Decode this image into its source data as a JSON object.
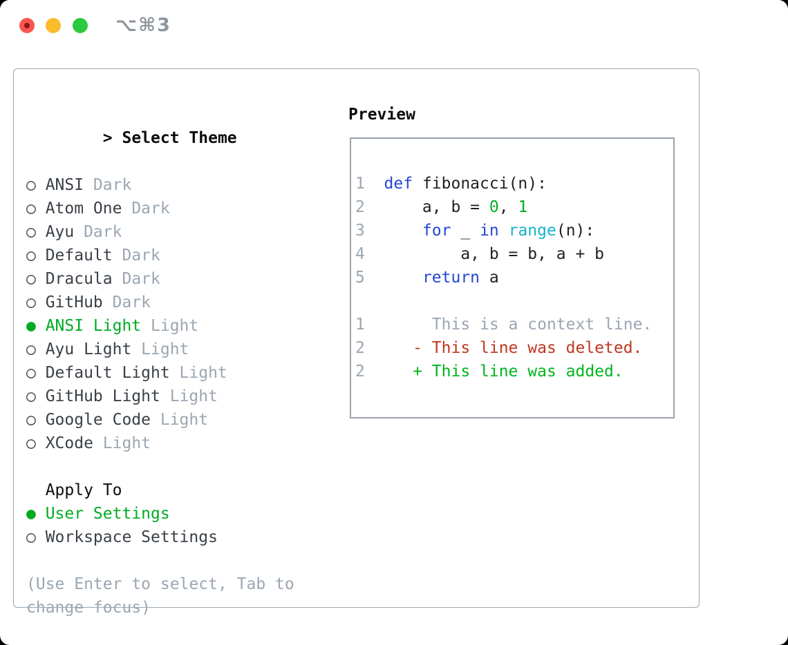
{
  "window": {
    "title": "⌥⌘3"
  },
  "colors": {
    "accent": "#00ab22",
    "keyword": "#2247d4",
    "builtin": "#12b5c7",
    "number": "#00ad25",
    "deleted": "#c0361f",
    "added": "#00b41c",
    "muted": "#9ba6b2",
    "text": "#3a4047",
    "heading": "#0d0d0d",
    "border": "#9aa3ae",
    "codefg": "#1d2126",
    "titlebar": "#8e959c",
    "tlred": "#fa5550",
    "tlreddot": "#8b1a10",
    "tlyellow": "#fcbb2d",
    "tlgreen": "#2cc93f"
  },
  "theme_selector": {
    "prompt": ">",
    "title": "Select Theme",
    "radio_unselected": "○",
    "radio_selected": "●",
    "items": [
      {
        "name": "ANSI",
        "tag": "Dark",
        "selected": false
      },
      {
        "name": "Atom One",
        "tag": "Dark",
        "selected": false
      },
      {
        "name": "Ayu",
        "tag": "Dark",
        "selected": false
      },
      {
        "name": "Default",
        "tag": "Dark",
        "selected": false
      },
      {
        "name": "Dracula",
        "tag": "Dark",
        "selected": false
      },
      {
        "name": "GitHub",
        "tag": "Dark",
        "selected": false
      },
      {
        "name": "ANSI Light",
        "tag": "Light",
        "selected": true
      },
      {
        "name": "Ayu Light",
        "tag": "Light",
        "selected": false
      },
      {
        "name": "Default Light",
        "tag": "Light",
        "selected": false
      },
      {
        "name": "GitHub Light",
        "tag": "Light",
        "selected": false
      },
      {
        "name": "Google Code",
        "tag": "Light",
        "selected": false
      },
      {
        "name": "XCode",
        "tag": "Light",
        "selected": false
      }
    ]
  },
  "apply_to": {
    "title": "Apply To",
    "options": [
      {
        "label": "User Settings",
        "selected": true
      },
      {
        "label": "Workspace Settings",
        "selected": false
      }
    ]
  },
  "hint_lines": [
    "(Use Enter to select, Tab to",
    "change focus)"
  ],
  "preview": {
    "title": "Preview",
    "lines": [
      {
        "num": "1",
        "kind": "code",
        "tokens": [
          {
            "t": "def",
            "c": "keyword"
          },
          {
            "t": " fibonacci(n):",
            "c": "fg"
          }
        ]
      },
      {
        "num": "2",
        "kind": "code",
        "tokens": [
          {
            "t": "    a, b = ",
            "c": "fg"
          },
          {
            "t": "0",
            "c": "number"
          },
          {
            "t": ", ",
            "c": "fg"
          },
          {
            "t": "1",
            "c": "number"
          }
        ]
      },
      {
        "num": "3",
        "kind": "code",
        "tokens": [
          {
            "t": "    ",
            "c": "fg"
          },
          {
            "t": "for",
            "c": "keyword"
          },
          {
            "t": " _ ",
            "c": "fg"
          },
          {
            "t": "in",
            "c": "keyword"
          },
          {
            "t": " ",
            "c": "fg"
          },
          {
            "t": "range",
            "c": "builtin"
          },
          {
            "t": "(n):",
            "c": "fg"
          }
        ]
      },
      {
        "num": "4",
        "kind": "code",
        "tokens": [
          {
            "t": "        a, b = b, a + b",
            "c": "fg"
          }
        ]
      },
      {
        "num": "5",
        "kind": "code",
        "tokens": [
          {
            "t": "    ",
            "c": "fg"
          },
          {
            "t": "return",
            "c": "keyword"
          },
          {
            "t": " a",
            "c": "fg"
          }
        ]
      },
      {
        "num": "",
        "kind": "blank",
        "tokens": []
      },
      {
        "num": "1",
        "kind": "diff-context",
        "tokens": [
          {
            "t": "     This is a context line.",
            "c": "context"
          }
        ]
      },
      {
        "num": "2",
        "kind": "diff-deleted",
        "tokens": [
          {
            "t": "   - This line was deleted.",
            "c": "deleted"
          }
        ]
      },
      {
        "num": "2",
        "kind": "diff-added",
        "tokens": [
          {
            "t": "   + This line was added.",
            "c": "added"
          }
        ]
      }
    ]
  }
}
